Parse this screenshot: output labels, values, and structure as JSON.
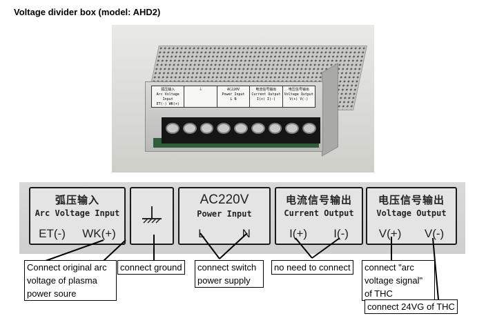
{
  "title": "Voltage divider box (model: AHD2)",
  "photo": {
    "mini_label": [
      {
        "zh": "弧压输入",
        "en": "Arc Voltage Input",
        "pins": "ET(-)   WK(+)"
      },
      {
        "zh": "",
        "en": "",
        "pins": ""
      },
      {
        "zh": "AC220V",
        "en": "Power Input",
        "pins": "L   N"
      },
      {
        "zh": "电流信号输出",
        "en": "Current Output",
        "pins": "I(+)   I(-)"
      },
      {
        "zh": "电压信号输出",
        "en": "Voltage Output",
        "pins": "V(+)   V(-)"
      }
    ]
  },
  "label": {
    "arc": {
      "zh": "弧压输入",
      "en": "Arc Voltage Input",
      "pin1": "ET(-)",
      "pin2": "WK(+)"
    },
    "power": {
      "title": "AC220V",
      "en": "Power Input",
      "pin1": "L",
      "pin2": "N"
    },
    "current": {
      "zh": "电流信号输出",
      "en": "Current Output",
      "pin1": "I(+)",
      "pin2": "I(-)"
    },
    "voltage": {
      "zh": "电压信号输出",
      "en": "Voltage Output",
      "pin1": "V(+)",
      "pin2": "V(-)"
    }
  },
  "callouts": {
    "arc": "Connect original arc voltage of plasma power soure",
    "ground": "connect ground",
    "power": "connect switch power supply",
    "current": "no need to connect",
    "vplus": "connect \"arc voltage signal\" of THC",
    "vminus": "connect 24VG of THC"
  }
}
